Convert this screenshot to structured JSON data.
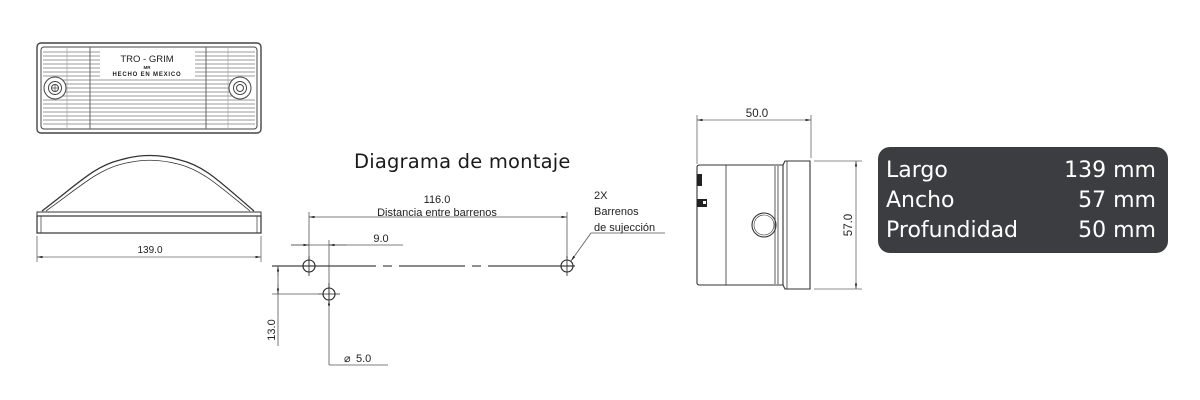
{
  "front_view": {
    "brand_text": "TRO - GRIM",
    "small_mark": "MR",
    "origin_text": "HECHO EN MEXICO"
  },
  "side_view": {
    "length_dim": "139.0"
  },
  "mounting_diagram": {
    "title": "Diagrama de montaje",
    "hole_distance_value": "116.0",
    "hole_distance_label": "Distancia entre barrenos",
    "horizontal_offset": "9.0",
    "vertical_offset": "13.0",
    "hole_diameter": "5.0",
    "diameter_symbol": "⌀",
    "callout_count": "2X",
    "callout_line1": "Barrenos",
    "callout_line2": "de sujección"
  },
  "profile_view": {
    "depth_dim": "50.0",
    "height_dim": "57.0"
  },
  "specs": {
    "rows": [
      {
        "label": "Largo",
        "value": "139 mm"
      },
      {
        "label": "Ancho",
        "value": "57 mm"
      },
      {
        "label": "Profundidad",
        "value": "50 mm"
      }
    ]
  },
  "colors": {
    "line": "#333333",
    "dim_line": "#666666",
    "spec_bg": "#3b3d40",
    "spec_text": "#ffffff"
  }
}
